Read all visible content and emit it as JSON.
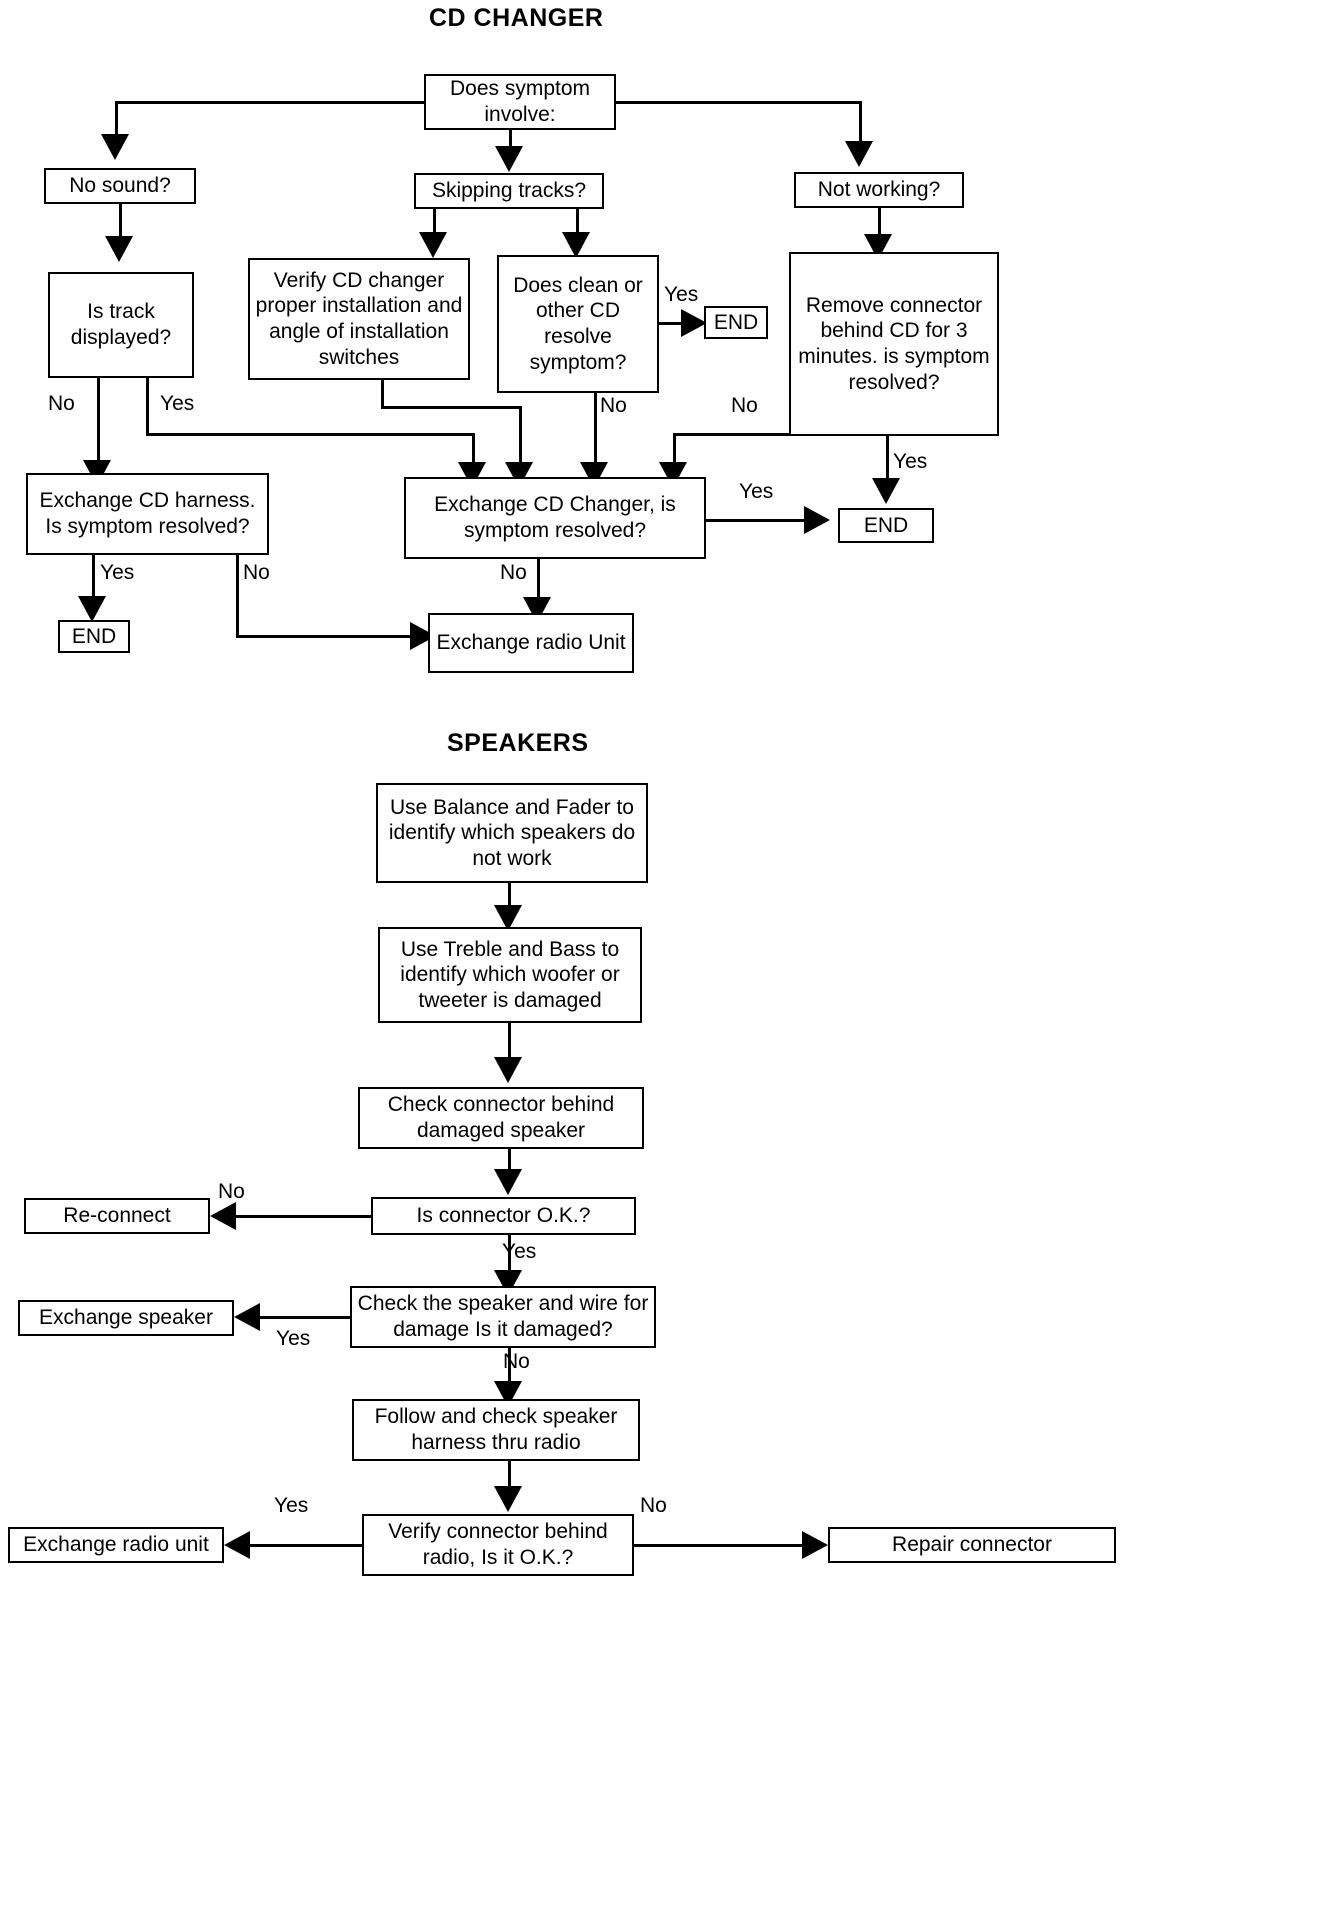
{
  "document": {
    "sections": [
      {
        "id": "cd-changer",
        "title": "CD  CHANGER"
      },
      {
        "id": "speakers",
        "title": "SPEAKERS"
      }
    ]
  },
  "cd_changer": {
    "title": "CD  CHANGER",
    "nodes": {
      "start": "Does symptom involve:",
      "no_sound": "No sound?",
      "skipping_tracks": "Skipping tracks?",
      "not_working": "Not working?",
      "is_track_displayed": "Is track displayed?",
      "verify_install": "Verify CD changer proper installation and angle of installation switches",
      "clean_or_other_cd": "Does clean or other CD resolve symptom?",
      "remove_connector": "Remove connector behind CD for 3 minutes. is symptom resolved?",
      "end_clean": "END",
      "end_remove": "END",
      "exchange_cd_harness": "Exchange CD harness. Is symptom resolved?",
      "exchange_cd_changer": "Exchange CD Changer, is symptom resolved?",
      "end_harness": "END",
      "end_changer": "END",
      "exchange_radio_unit": "Exchange radio Unit"
    },
    "edge_labels": {
      "track_no": "No",
      "track_yes": "Yes",
      "clean_yes": "Yes",
      "clean_no": "No",
      "remove_no": "No",
      "remove_yes": "Yes",
      "harness_yes": "Yes",
      "harness_no": "No",
      "changer_yes": "Yes",
      "changer_no": "No"
    }
  },
  "speakers": {
    "title": "SPEAKERS",
    "nodes": {
      "balance_fader": "Use Balance and Fader to identify which speakers do not work",
      "treble_bass": "Use Treble and Bass to identify which woofer or tweeter is damaged",
      "check_connector": "Check connector behind damaged speaker",
      "connector_ok": "Is connector O.K.?",
      "reconnect": "Re-connect",
      "check_speaker_wire": "Check the speaker and wire for damage    Is it damaged?",
      "exchange_speaker": "Exchange speaker",
      "follow_harness": "Follow and check speaker harness thru radio",
      "verify_connector_radio": "Verify connector behind radio, Is it O.K.?",
      "exchange_radio_unit": "Exchange radio unit",
      "repair_connector": "Repair connector"
    },
    "edge_labels": {
      "connector_no": "No",
      "connector_yes": "Yes",
      "damaged_yes": "Yes",
      "damaged_no": "No",
      "verify_yes": "Yes",
      "verify_no": "No"
    }
  },
  "colors": {
    "ink": "#000000",
    "paper": "#ffffff"
  }
}
